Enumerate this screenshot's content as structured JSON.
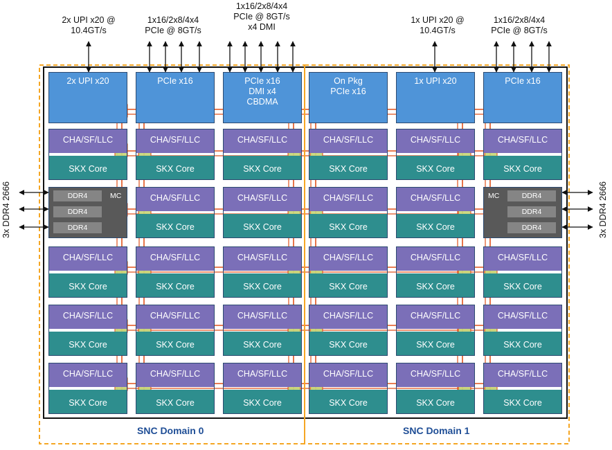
{
  "top_labels": [
    "2x UPI x20 @\n10.4GT/s",
    "1x16/2x8/4x4\nPCIe @ 8GT/s",
    "1x16/2x8/4x4\nPCIe @ 8GT/s\nx4 DMI",
    "1x UPI x20 @\n10.4GT/s",
    "1x16/2x8/4x4\nPCIe @ 8GT/s"
  ],
  "side_label_left": "3x DDR4 2666",
  "side_label_right": "3x DDR4 2666",
  "io_row": [
    "2x UPI x20",
    "PCIe x16",
    "PCIe x16\nDMI x4\nCBDMA",
    "On Pkg\nPCIe x16",
    "1x UPI x20",
    "PCIe x16"
  ],
  "core": {
    "cha": "CHA/SF/LLC",
    "skx": "SKX Core"
  },
  "memory": {
    "ddr": "DDR4",
    "mc": "MC"
  },
  "domains": [
    "SNC Domain 0",
    "SNC Domain 1"
  ],
  "colors": {
    "io": "#4f94d8",
    "cha": "#7b6fb8",
    "skx": "#2e8e8e",
    "mesh": "#e0521c",
    "stop": "#c8d77a",
    "domain_border": "#f5a623",
    "domain_text": "#1f4e96"
  }
}
